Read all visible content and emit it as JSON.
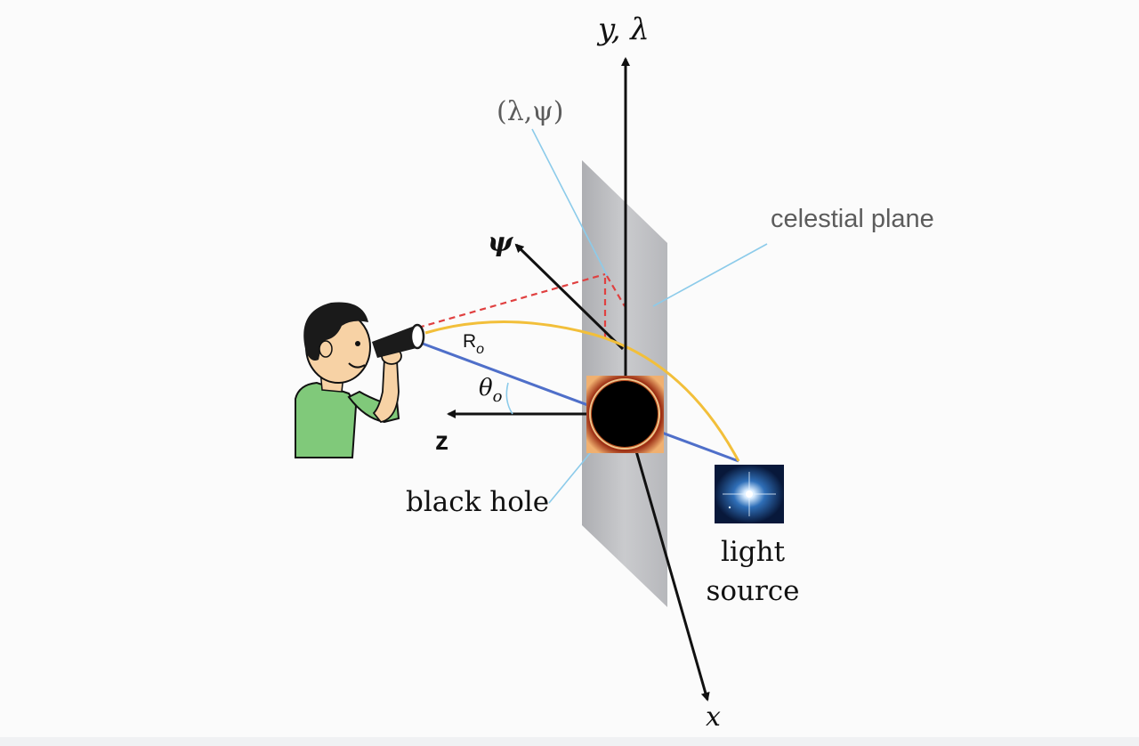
{
  "diagram": {
    "labels": {
      "y_axis": "y, λ",
      "x_axis": "x",
      "z_axis": "z",
      "psi_axis": "ψ",
      "point": "(λ,ψ)",
      "celestial_plane": "celestial plane",
      "observer_distance": "R",
      "observer_distance_sub": "o",
      "observer_angle": "θ",
      "observer_angle_sub": "o",
      "black_hole": "black hole",
      "light_source_line1": "light",
      "light_source_line2": "source"
    },
    "colors": {
      "axis": "#111111",
      "plane": "#bdbec2",
      "light_path": "#f2bf3a",
      "line_of_sight": "#4f6fc9",
      "projection_dashes": "#e04040",
      "leader_lines": "#8ccbea",
      "label_gray": "#5c5c5c",
      "observer_shirt": "#80c97a",
      "observer_skin": "#f7d2a5",
      "star_background": "#0f2a55"
    },
    "icons": [
      "observer-icon",
      "telescope-icon",
      "black-hole-icon",
      "star-icon"
    ]
  }
}
